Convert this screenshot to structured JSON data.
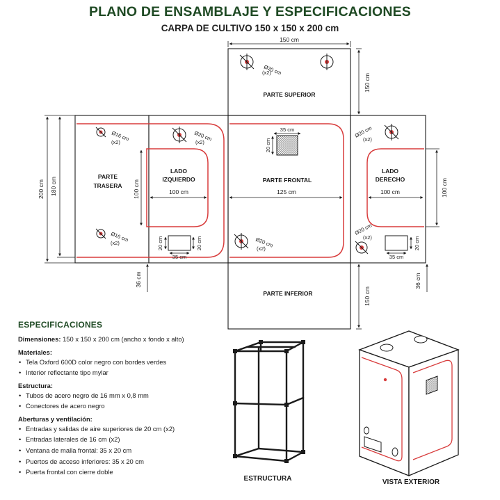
{
  "title": "PLANO DE ENSAMBLAJE Y ESPECIFICACIONES",
  "subtitle": "CARPA DE CULTIVO 150 x 150 x 200 cm",
  "panels": {
    "top": "PARTE SUPERIOR",
    "back_line1": "PARTE",
    "back_line2": "TRASERA",
    "left_line1": "LADO",
    "left_line2": "IZQUIERDO",
    "front": "PARTE FRONTAL",
    "right_line1": "LADO",
    "right_line2": "DERECHO",
    "bottom": "PARTE INFERIOR"
  },
  "dimensions": {
    "d150": "150 cm",
    "d200": "200 cm",
    "d180": "180 cm",
    "d100": "100 cm",
    "d125": "125 cm",
    "d36": "36 cm",
    "d35": "35 cm",
    "d20": "20 cm"
  },
  "ports": {
    "d20": "Ø20 cm",
    "d16": "Ø16 cm",
    "x2": "(x2)"
  },
  "specs": {
    "heading": "ESPECIFICACIONES",
    "dims_label": "Dimensiones:",
    "dims_value": " 150 x 150 x 200 cm (ancho x fondo x alto)",
    "groups": [
      {
        "title": "Materiales:",
        "items": [
          "Tela Oxford 600D color negro con bordes verdes",
          "Interior reflectante tipo mylar"
        ]
      },
      {
        "title": "Estructura:",
        "items": [
          "Tubos de acero negro de 16 mm x 0,8 mm",
          "Conectores de acero negro"
        ]
      },
      {
        "title": "Aberturas y ventilación:",
        "items": [
          "Entradas y salidas de aire superiores de 20 cm (x2)",
          "Entradas laterales de 16 cm (x2)",
          "Ventana de malla frontal: 35 x 20 cm",
          "Puertos de acceso inferiores: 35 x 20 cm",
          "Puerta frontal con cierre doble"
        ]
      }
    ]
  },
  "captions": {
    "frame": "ESTRUCTURA",
    "exterior": "VISTA EXTERIOR"
  },
  "colors": {
    "zipper": "#d83c3c",
    "heading": "#1f4a24",
    "line": "#1b1b1b"
  }
}
